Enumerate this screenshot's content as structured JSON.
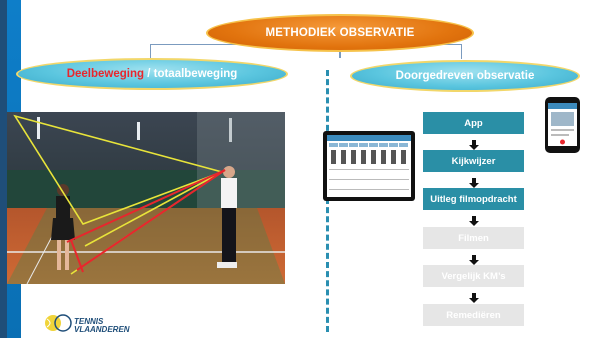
{
  "title": "METHODIEK OBSERVATIE",
  "left_heading": {
    "part1": "Deelbeweging",
    "sep": " / ",
    "part2": "totaalbeweging"
  },
  "right_heading": "Doorgedreven observatie",
  "steps": [
    {
      "label": "App",
      "active": true
    },
    {
      "label": "Kijkwijzer",
      "active": true
    },
    {
      "label": "Uitleg filmopdracht",
      "active": true
    },
    {
      "label": "Filmen",
      "active": false
    },
    {
      "label": "Vergelijk KM’s",
      "active": false
    },
    {
      "label": "Remediëren",
      "active": false
    }
  ],
  "logo": {
    "line1": "TENNIS",
    "line2": "VLAANDEREN"
  },
  "colors": {
    "title_orange": "#e2740e",
    "heading_cyan": "#5bc6df",
    "step_active": "#2a8fa6",
    "step_inactive": "#e6e6e6",
    "accent_red": "#e8262d",
    "brand_blue": "#1f4e79"
  }
}
